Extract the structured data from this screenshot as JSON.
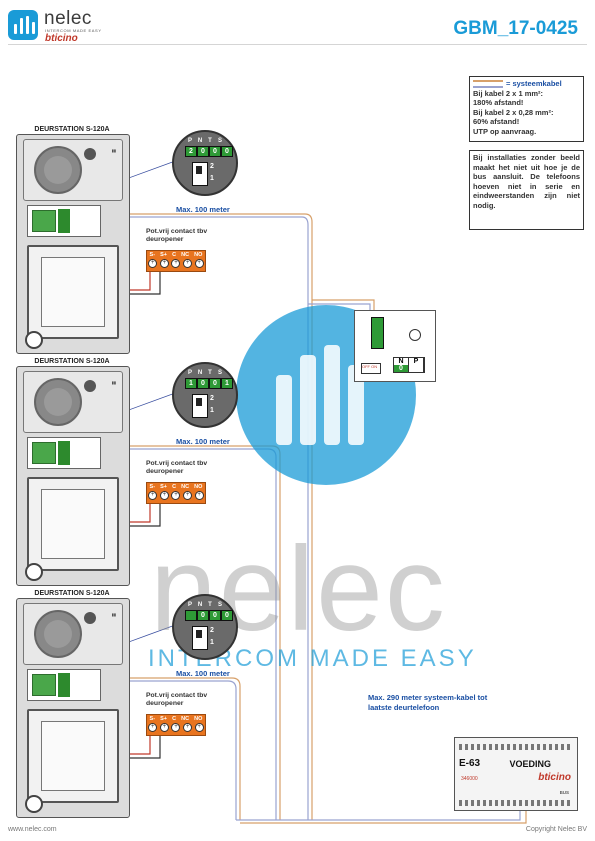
{
  "header": {
    "brand": "nelec",
    "tagline": "INTERCOM MADE EASY",
    "partner": "bticino",
    "doc_id": "GBM_17-0425"
  },
  "notes": {
    "legend_label": "= systeemkabel",
    "cable_1": "Bij kabel 2 x 1 mm²:",
    "distance_1": "180% afstand!",
    "cable_2": "Bij kabel 2 x 0,28 mm²:",
    "distance_2": "60% afstand!",
    "utp": "UTP op aanvraag.",
    "polarity": "Bij installaties zonder beeld maakt het niet uit hoe je de bus aansluit. De telefoons hoeven niet in serie en eindweerstanden zijn niet nodig."
  },
  "stations": [
    {
      "title": "DEURSTATION S-120A",
      "dip_labels": [
        "P",
        "N",
        "T",
        "S"
      ],
      "dip_values": [
        "2",
        "0",
        "0",
        "0"
      ],
      "switch_top": "2",
      "switch_bottom": "1",
      "max_distance": "Max. 100 meter",
      "contact_label": "Pot.vrij contact tbv deuropener",
      "relay_labels": [
        "S-",
        "S+",
        "C",
        "NC",
        "NO"
      ]
    },
    {
      "title": "DEURSTATION S-120A",
      "dip_labels": [
        "P",
        "N",
        "T",
        "S"
      ],
      "dip_values": [
        "1",
        "0",
        "0",
        "1"
      ],
      "switch_top": "2",
      "switch_bottom": "1",
      "max_distance": "Max. 100 meter",
      "contact_label": "Pot.vrij contact tbv deuropener",
      "relay_labels": [
        "S-",
        "S+",
        "C",
        "NC",
        "NO"
      ]
    },
    {
      "title": "DEURSTATION S-120A",
      "dip_labels": [
        "P",
        "N",
        "T",
        "S"
      ],
      "dip_values": [
        "",
        "0",
        "0",
        "0"
      ],
      "switch_top": "2",
      "switch_bottom": "1",
      "max_distance": "Max. 100 meter",
      "contact_label": "Pot.vrij contact tbv deuropener",
      "relay_labels": [
        "S-",
        "S+",
        "C",
        "NC",
        "NO"
      ]
    }
  ],
  "phone": {
    "np_labels": [
      "N",
      "P"
    ],
    "np_value": "0",
    "switch_label": "OFF ON"
  },
  "psu": {
    "model": "E-63",
    "label": "VOEDING",
    "code": "346000",
    "brand": "bticino",
    "bus_label": "BUS"
  },
  "max_system": "Max. 290 meter systeem-kabel tot laatste deurtelefoon",
  "footer": {
    "left": "www.nelec.com",
    "right": "Copyright Nelec BV"
  },
  "watermark": {
    "word": "nelec",
    "tagline": "INTERCOM MADE EASY"
  },
  "colors": {
    "accent": "#1a9bd7",
    "wire_orange": "#d7a06a",
    "wire_blue": "#9aa3d0",
    "relay": "#e8741f"
  }
}
